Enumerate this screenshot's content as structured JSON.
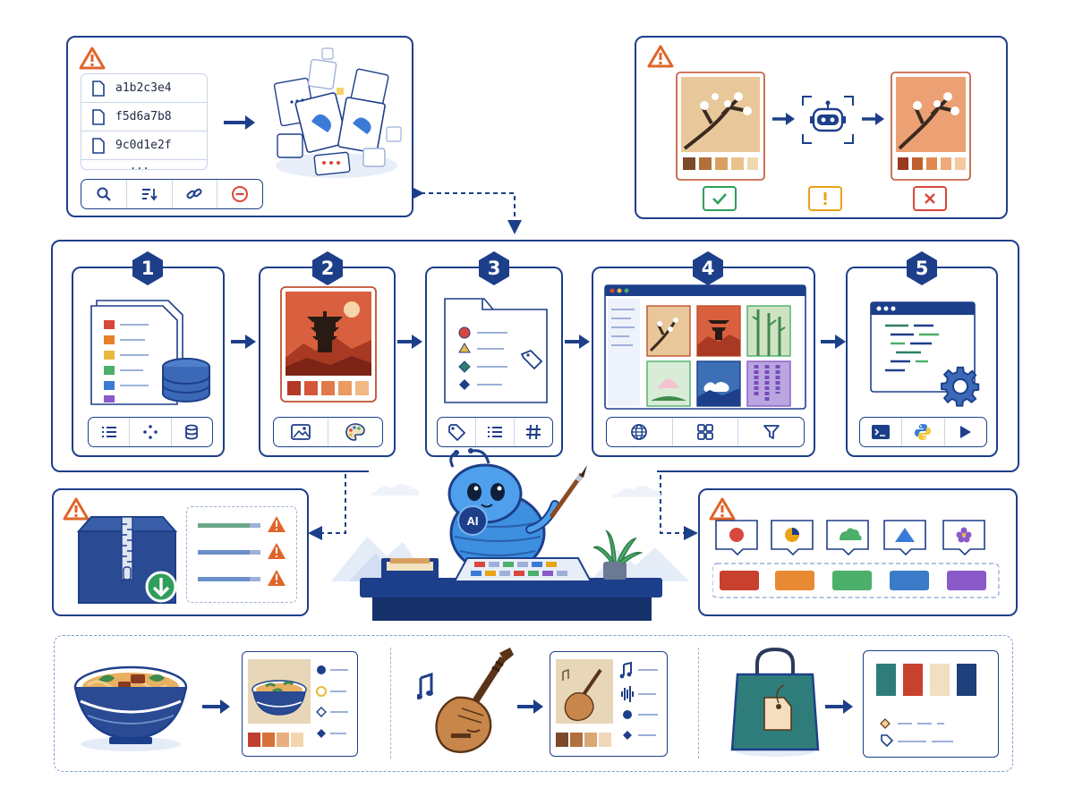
{
  "hash_list": {
    "rows": [
      "a1b2c3e4",
      "f5d6a7b8",
      "9c0d1e2f"
    ],
    "more": "..."
  },
  "steps": [
    {
      "number": "1"
    },
    {
      "number": "2"
    },
    {
      "number": "3"
    },
    {
      "number": "4"
    },
    {
      "number": "5"
    }
  ],
  "mascot": {
    "badge_text": "AI"
  },
  "colors": {
    "navy": "#1d3f8a",
    "warning": "#e0652b",
    "ok": "#2f9e5c",
    "caution": "#e8a317",
    "error": "#d8473b"
  },
  "icons": {
    "hash_toolbar": [
      "search-icon",
      "sort-icon",
      "link-icon",
      "remove-icon"
    ],
    "step1_tools": [
      "list-icon",
      "scatter-icon",
      "database-icon"
    ],
    "step2_tools": [
      "image-icon",
      "palette-icon"
    ],
    "step3_tools": [
      "tag-icon",
      "list-icon",
      "hash-icon"
    ],
    "step4_tools": [
      "globe-icon",
      "grid-icon",
      "filter-icon"
    ],
    "step5_tools": [
      "terminal-icon",
      "python-icon",
      "play-icon"
    ]
  }
}
